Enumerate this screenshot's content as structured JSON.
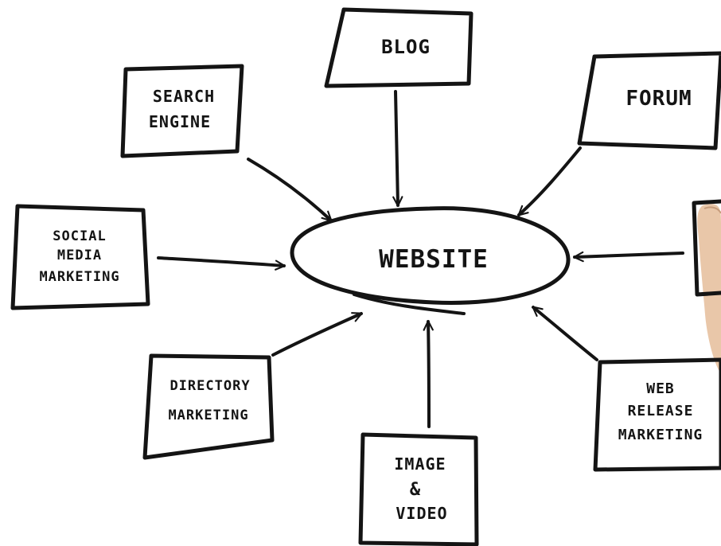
{
  "center": {
    "label": "WEBSITE"
  },
  "nodes": {
    "search_engine": {
      "lines": [
        "SEARCH",
        "ENGINE"
      ]
    },
    "blog": {
      "lines": [
        "BLOG"
      ]
    },
    "forum": {
      "lines": [
        "FORUM"
      ]
    },
    "social_media_marketing": {
      "lines": [
        "SOCIAL",
        "MEDIA",
        "MARKETING"
      ]
    },
    "directory_marketing": {
      "lines": [
        "DIRECTORY",
        "MARKETING"
      ]
    },
    "image_video": {
      "lines": [
        "IMAGE",
        "&",
        "VIDEO"
      ]
    },
    "web_release_marketing": {
      "lines": [
        "WEB",
        "RELEASE",
        "MARKETING"
      ]
    }
  },
  "colors": {
    "ink": "#141414",
    "paper": "#ffffff",
    "hand": "#e9c7a9"
  }
}
